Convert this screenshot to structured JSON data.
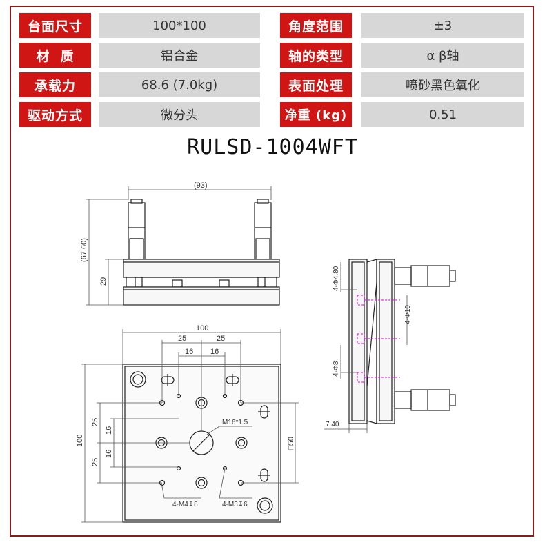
{
  "specs": [
    {
      "label": "台面尺寸",
      "value": "100*100"
    },
    {
      "label": "角度范围",
      "value": "±3"
    },
    {
      "label": "材  质",
      "value": "铝合金"
    },
    {
      "label": "轴的类型",
      "value": "α β轴"
    },
    {
      "label": "承载力",
      "value": "68.6 (7.0kg)"
    },
    {
      "label": "表面处理",
      "value": "喷砂黑色氧化"
    },
    {
      "label": "驱动方式",
      "value": "微分头"
    },
    {
      "label": "净重 (kg)",
      "value": "0.51"
    }
  ],
  "model": "RULSD-1004WFT",
  "dimensions": {
    "width_93": "(93)",
    "height_67_60": "(67.60)",
    "thickness_29": "29",
    "top_100": "100",
    "top_25_left": "25",
    "top_25_right": "25",
    "top_16_left": "16",
    "top_16_right": "16",
    "left_100": "100",
    "left_25_top": "25",
    "left_16_top": "16",
    "left_16_bottom": "16",
    "left_25_bottom": "25",
    "center_thread": "M16*1.5",
    "square_50": "□50",
    "m4_holes": "4-M4↧8",
    "m3_holes": "4-M3↧6",
    "side_phi480": "4-Φ4.80",
    "side_phi10": "4-Φ10",
    "side_phi8": "4-Φ8",
    "side_740": "7.40"
  },
  "colors": {
    "label_bg": "#d01515",
    "value_bg": "#d7d7d7",
    "frame": "#8b1a1a",
    "line": "#222222",
    "dim": "#555555",
    "hidden": "#e000e0"
  }
}
